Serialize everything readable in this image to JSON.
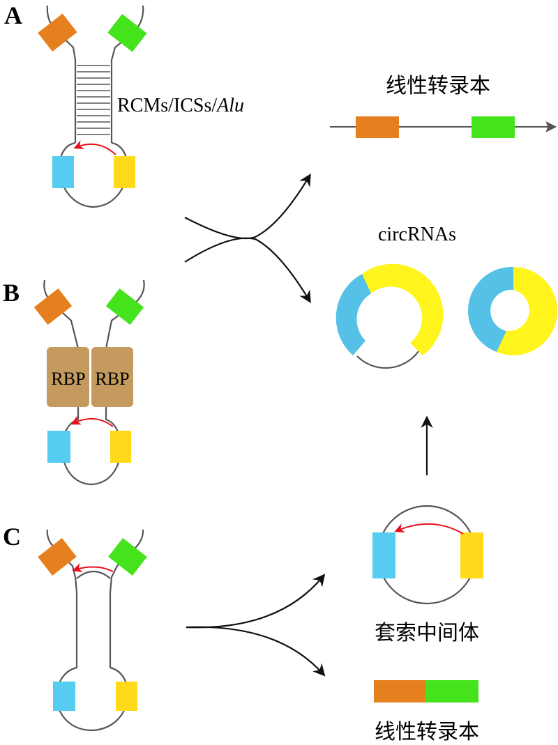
{
  "colors": {
    "exon_orange": "#E6801E",
    "exon_green": "#44E31C",
    "exon_blue": "#55CCF0",
    "exon_yellow": "#FFDA1A",
    "ring_yellow": "#FFF41C",
    "ring_blue": "#55C1E6",
    "rbp": "#C49A5E",
    "splice_arrow": "#E8101A",
    "strand": "#555555",
    "flow_arrow": "#111111"
  },
  "panels": {
    "a": {
      "label": "A",
      "pairing_label_prefix": "RCMs/ICSs/",
      "pairing_label_italic": "Alu"
    },
    "b": {
      "label": "B",
      "rbp_left": "RBP",
      "rbp_right": "RBP"
    },
    "c": {
      "label": "C"
    }
  },
  "outputs": {
    "linear_transcript_top": "线性转录本",
    "circrnas": "circRNAs",
    "lariat_intermediate": "套索中间体",
    "linear_transcript_bottom": "线性转录本"
  },
  "icons": {
    "splice_arrow": "red-curved-arrow-icon",
    "flow_arrow": "black-arrow-icon",
    "transcript_arrow": "arrowhead-icon"
  }
}
